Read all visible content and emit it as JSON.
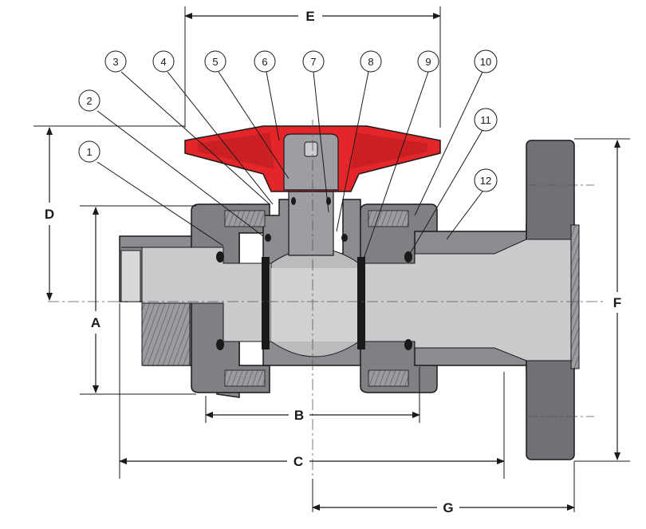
{
  "dimensions": {
    "A": "A",
    "B": "B",
    "C": "C",
    "D": "D",
    "E": "E",
    "F": "F",
    "G": "G"
  },
  "callouts": [
    "1",
    "2",
    "3",
    "4",
    "5",
    "6",
    "7",
    "8",
    "9",
    "10",
    "11",
    "12"
  ],
  "colors": {
    "body": "#8a8c8f",
    "body_dark": "#6f7174",
    "bore": "#c9cbcd",
    "handle": "#e4262b",
    "handle_dark": "#b41a1e",
    "seal": "#1a1a1a",
    "line": "#1a1a1a"
  }
}
